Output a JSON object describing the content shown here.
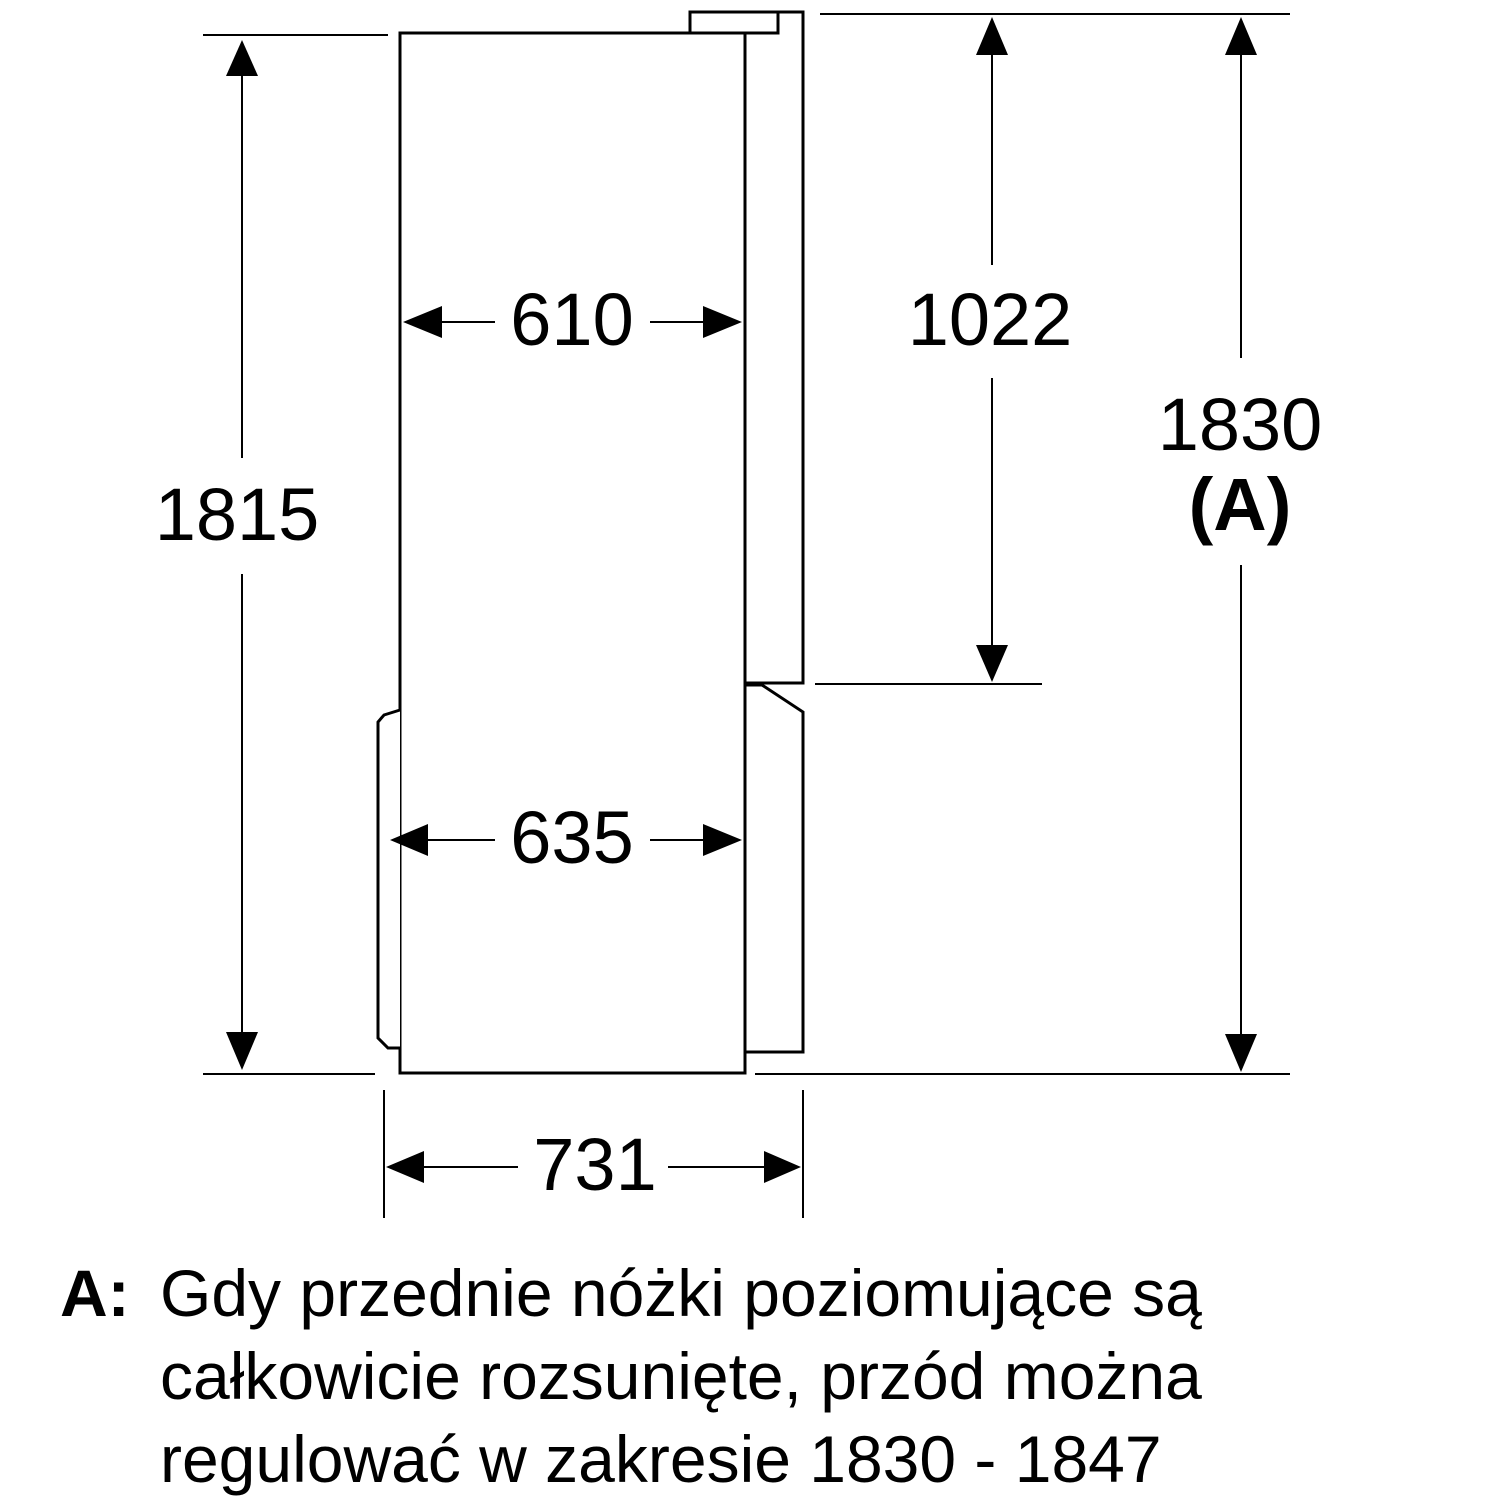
{
  "dimensions": {
    "total_height": "1815",
    "body_width": "610",
    "width_with_handles": "635",
    "depth_with_door": "731",
    "door_top_height": "1022",
    "height_to_top": "1830",
    "height_to_top_ref": "(A)"
  },
  "note": {
    "key": "A:",
    "lines": [
      "Gdy przednie nóżki poziomujące są",
      "całkowicie rozsunięte, przód można",
      "regulować w zakresie 1830 - 1847"
    ]
  }
}
